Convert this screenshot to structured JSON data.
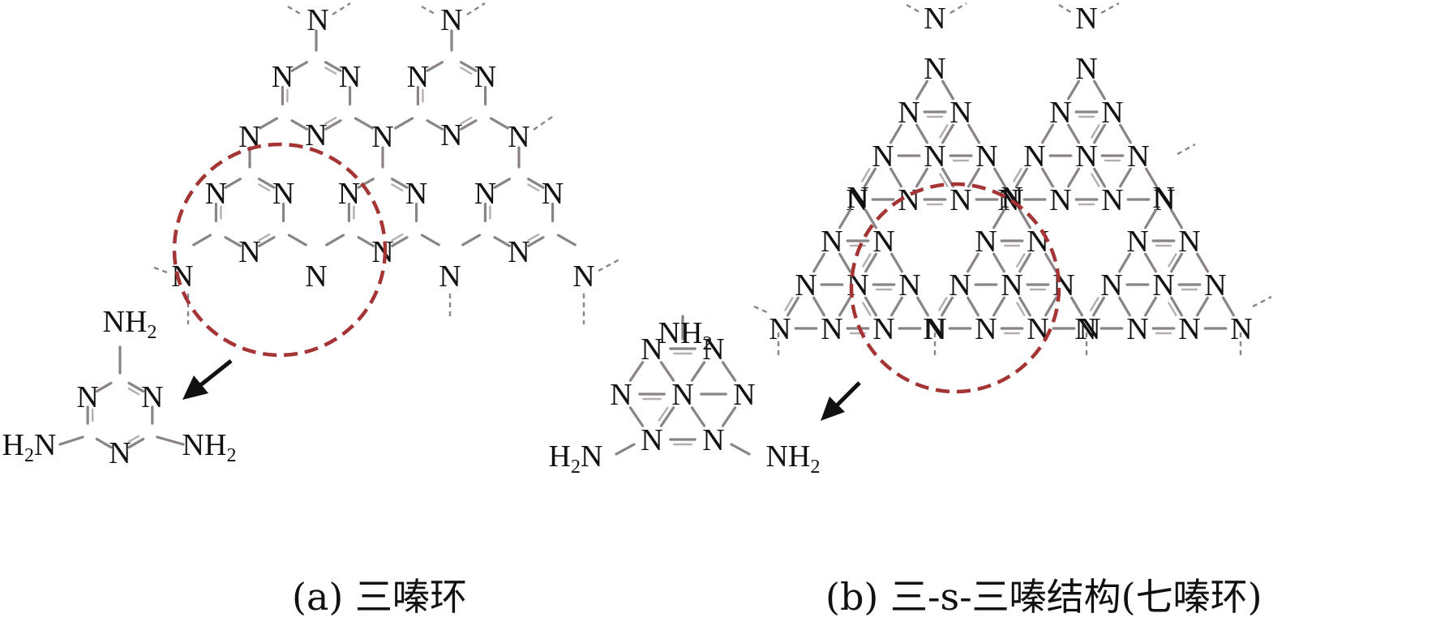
{
  "figure": {
    "panels": [
      {
        "id": "a",
        "caption": "(a) 三嗪环",
        "atom_label": "N",
        "monomer_groups": [
          "NH2",
          "H2N",
          "NH2"
        ]
      },
      {
        "id": "b",
        "caption": "(b) 三-s-三嗪结构(七嗪环)",
        "atom_label": "N",
        "monomer_groups": [
          "NH2",
          "H2N",
          "NH2"
        ]
      }
    ],
    "colors": {
      "highlight_circle": "#a43534",
      "bond": "#8a8387",
      "arrow": "#111111"
    }
  }
}
